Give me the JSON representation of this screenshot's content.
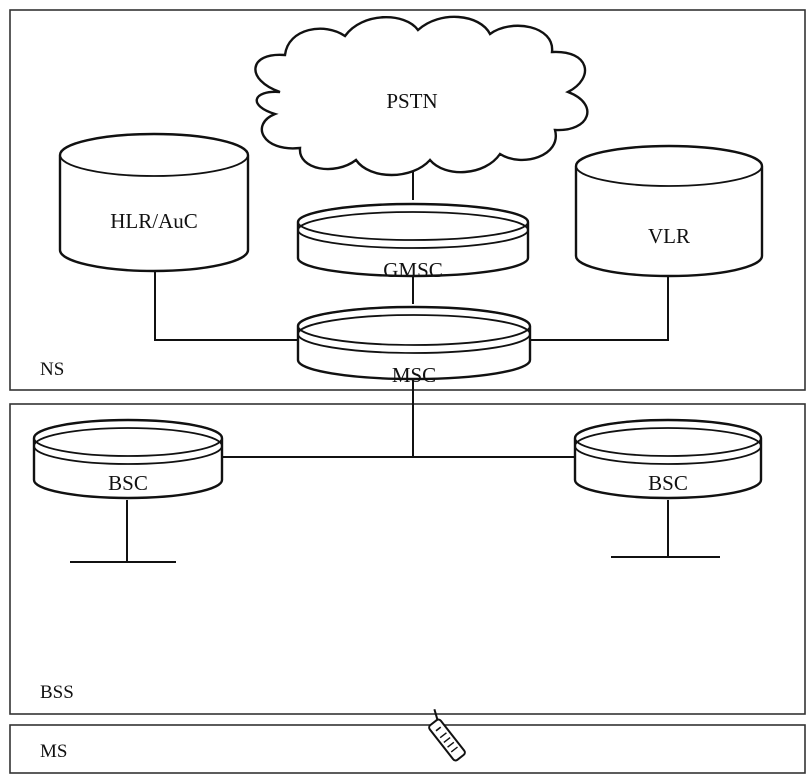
{
  "regions": {
    "ns": "NS",
    "bss": "BSS",
    "ms": "MS"
  },
  "nodes": {
    "pstn": "PSTN",
    "hlr_auc": "HLR/AuC",
    "vlr": "VLR",
    "gmsc": "GMSC",
    "msc": "MSC",
    "bsc_left": "BSC",
    "bsc_right": "BSC"
  },
  "icons": {
    "base_station": "radio-tower-icon",
    "mobile_station": "mobile-phone-icon"
  },
  "colors": {
    "stroke": "#111111",
    "background": "#ffffff"
  }
}
